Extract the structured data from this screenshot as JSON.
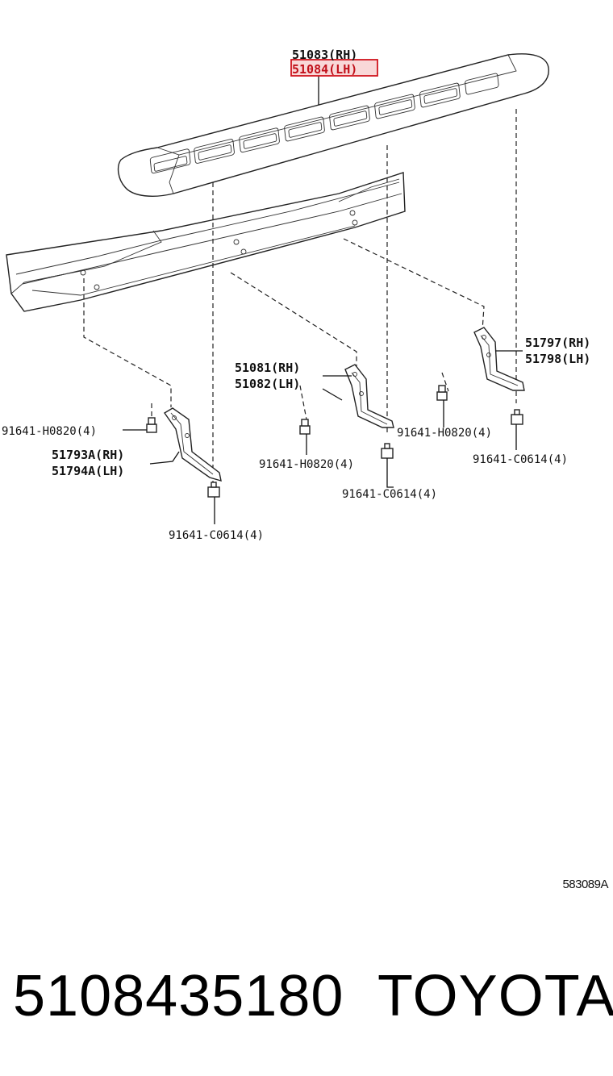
{
  "diagram": {
    "labels": {
      "step_rh": "51083(RH)",
      "step_lh": "51084(LH)",
      "front_bracket_rh": "51793A(RH)",
      "front_bracket_lh": "51794A(LH)",
      "center_bracket_rh": "51081(RH)",
      "center_bracket_lh": "51082(LH)",
      "rear_bracket_rh": "51797(RH)",
      "rear_bracket_lh": "51798(LH)",
      "bolt_h0820_left": "91641-H0820(4)",
      "bolt_h0820_center": "91641-H0820(4)",
      "bolt_h0820_right": "91641-H0820(4)",
      "bolt_c0614_left": "91641-C0614(4)",
      "bolt_c0614_center": "91641-C0614(4)",
      "bolt_c0614_right": "91641-C0614(4)"
    },
    "highlighted_part": "51084(LH)",
    "highlight_color": "#d0141d",
    "reference_code": "583089A"
  },
  "footer": {
    "part_number": "5108435180",
    "brand": "TOYOTA"
  }
}
